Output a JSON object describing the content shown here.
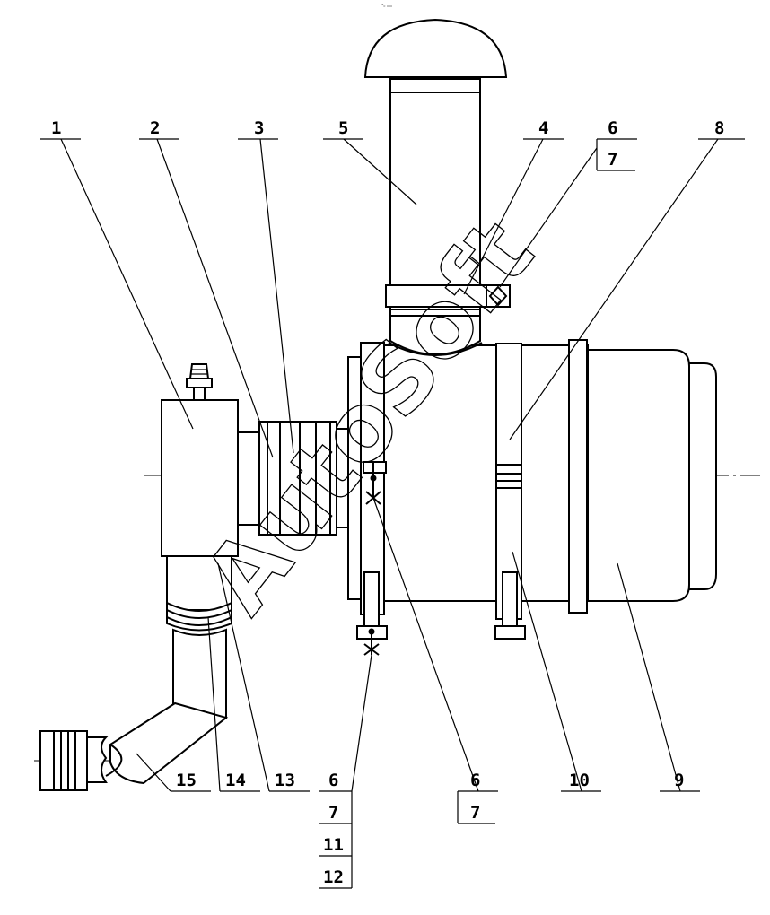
{
  "header": {
    "tiny_mark": "ᴺ₀ ₀₀₀"
  },
  "watermark": {
    "text": "AutoSoft"
  },
  "callouts": {
    "c1": "1",
    "c2": "2",
    "c3": "3",
    "c4": "4",
    "c5": "5",
    "c6_top": "6",
    "c7_top": "7",
    "c8": "8",
    "c9": "9",
    "c10": "10",
    "c13": "13",
    "c14": "14",
    "c15": "15",
    "c6_mid": "6",
    "c7_mid": "7",
    "c6_bot": "6",
    "c7_bot": "7",
    "c11_bot": "11",
    "c12_bot": "12"
  }
}
